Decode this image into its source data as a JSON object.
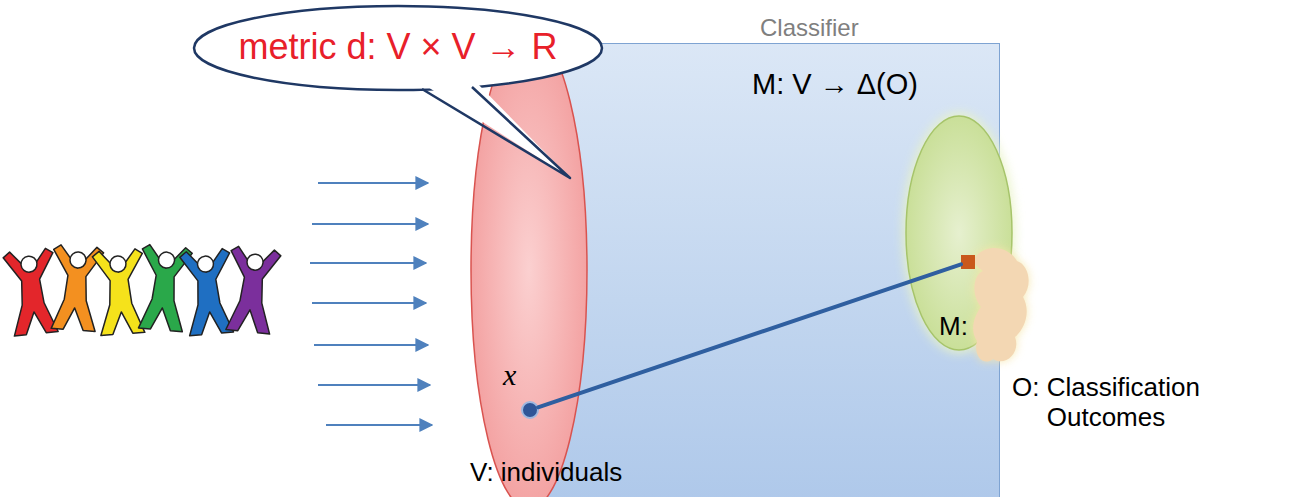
{
  "diagram": {
    "nodes": [
      {
        "text": [
          "metric d: V × V → R"
        ]
      },
      {
        "text": [
          "Classifier"
        ]
      },
      {
        "text": [
          "V: individuals"
        ]
      },
      {
        "text": [
          "M:",
          "O: Classification Outcomes"
        ]
      }
    ],
    "edges": [
      {
        "from": 2,
        "to": 3,
        "arrow": "none"
      }
    ],
    "labels": [
      "x",
      "M: V → Δ(O)"
    ]
  }
}
